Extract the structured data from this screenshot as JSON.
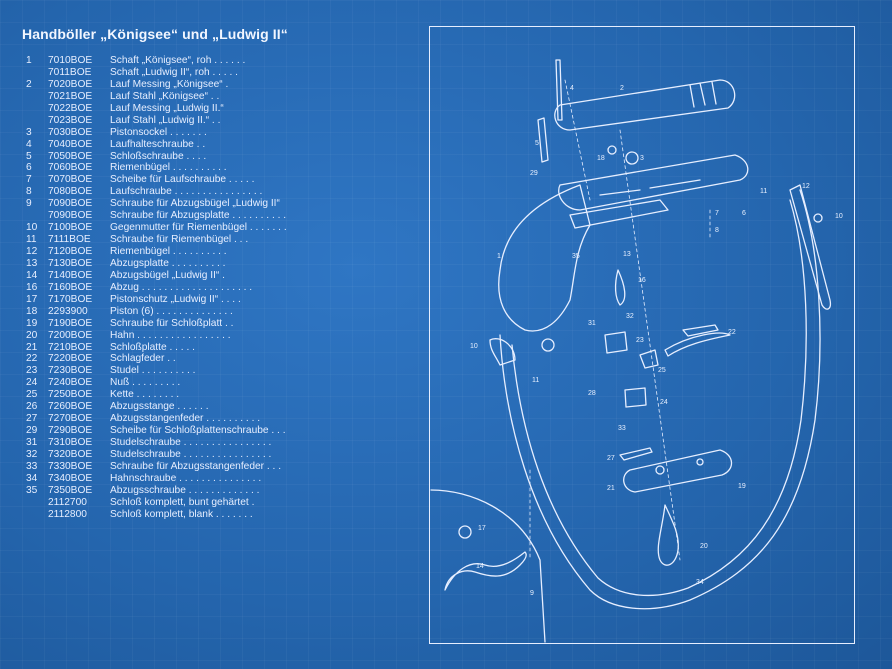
{
  "title": "Handböller „Königsee“ und „Ludwig II“",
  "parts": [
    {
      "pos": "1",
      "num": "7010BOE",
      "desc": "Schaft „Königsee“, roh . . . . .             ."
    },
    {
      "pos": "",
      "num": "7011BOE",
      "desc": "Schaft „Ludwig II“, roh  . . . .             ."
    },
    {
      "pos": "2",
      "num": "7020BOE",
      "desc": "Lauf Messing „Königsee“  ."
    },
    {
      "pos": "",
      "num": "7021BOE",
      "desc": "Lauf Stahl „Königsee“  . ."
    },
    {
      "pos": "",
      "num": "7022BOE",
      "desc": "Lauf Messing „Ludwig II.“"
    },
    {
      "pos": "",
      "num": "7023BOE",
      "desc": "Lauf Stahl „Ludwig II.“  . ."
    },
    {
      "pos": "3",
      "num": "7030BOE",
      "desc": "Pistonsockel  . . . . . . ."
    },
    {
      "pos": "4",
      "num": "7040BOE",
      "desc": "Laufhalteschraube  . ."
    },
    {
      "pos": "5",
      "num": "7050BOE",
      "desc": "Schloßschraube  . . . ."
    },
    {
      "pos": "6",
      "num": "7060BOE",
      "desc": "Riemenbügel  . . . . . . . . . ."
    },
    {
      "pos": "7",
      "num": "7070BOE",
      "desc": "Scheibe für Laufschraube  . . . . ."
    },
    {
      "pos": "8",
      "num": "7080BOE",
      "desc": "Laufschraube  . . . . . . . . . . . . . . . ."
    },
    {
      "pos": "9",
      "num": "7090BOE",
      "desc": "Schraube für Abzugsbügel „Ludwig II“"
    },
    {
      "pos": "",
      "num": "7090BOE",
      "desc": "Schraube für Abzugsplatte  . . . . . . . . . ."
    },
    {
      "pos": "10",
      "num": "7100BOE",
      "desc": "Gegenmutter für Riemenbügel  . . . . . . ."
    },
    {
      "pos": "11",
      "num": "7111BOE",
      "desc": "Schraube für Riemenbügel  . . ."
    },
    {
      "pos": "12",
      "num": "7120BOE",
      "desc": "Riemenbügel  . . . . . . . . . ."
    },
    {
      "pos": "13",
      "num": "7130BOE",
      "desc": "Abzugsplatte  . . . . . . . . . ."
    },
    {
      "pos": "14",
      "num": "7140BOE",
      "desc": "Abzugsbügel „Ludwig II“  ."
    },
    {
      "pos": "16",
      "num": "7160BOE",
      "desc": "Abzug  . . . . . . . . . . . . . . . . .              . . ."
    },
    {
      "pos": "17",
      "num": "7170BOE",
      "desc": "Pistonschutz „Ludwig II“  .                         . . ."
    },
    {
      "pos": "18",
      "num": "2293900",
      "desc": "Piston (6)  . . . . . . . . . . . .                    . ."
    },
    {
      "pos": "19",
      "num": "7190BOE",
      "desc": "Schraube für Schloßplatt                            . ."
    },
    {
      "pos": "20",
      "num": "7200BOE",
      "desc": "Hahn  . . . . . . . . . . . . . . . .                   ."
    },
    {
      "pos": "21",
      "num": "7210BOE",
      "desc": "Schloßplatte  . . . . ."
    },
    {
      "pos": "22",
      "num": "7220BOE",
      "desc": "Schlagfeder  . ."
    },
    {
      "pos": "23",
      "num": "7230BOE",
      "desc": "Studel  . . . . . .          . . . ."
    },
    {
      "pos": "24",
      "num": "7240BOE",
      "desc": "Nuß  . . . . . . .                  . ."
    },
    {
      "pos": "25",
      "num": "7250BOE",
      "desc": "Kette  . . . . . . . ."
    },
    {
      "pos": "26",
      "num": "7260BOE",
      "desc": "Abzugsstange  . . . . . ."
    },
    {
      "pos": "27",
      "num": "7270BOE",
      "desc": "Abzugsstangenfeder  . . . . . . . . . ."
    },
    {
      "pos": "29",
      "num": "7290BOE",
      "desc": "Scheibe für Schloßplattenschraube  . . ."
    },
    {
      "pos": "31",
      "num": "7310BOE",
      "desc": "Studelschraube  . . . . . . . . . . . . . . . ."
    },
    {
      "pos": "32",
      "num": "7320BOE",
      "desc": "Studelschraube  . . . . . . . . . . . . . . . ."
    },
    {
      "pos": "33",
      "num": "7330BOE",
      "desc": "Schraube für Abzugsstangenfeder  . . ."
    },
    {
      "pos": "34",
      "num": "7340BOE",
      "desc": "Hahnschraube  . . . . . . . . . . . . . . ."
    },
    {
      "pos": "35",
      "num": "7350BOE",
      "desc": "Abzugsschraube  . . . . . . . . . . . . ."
    },
    {
      "pos": "",
      "num": "2112700",
      "desc": "Schloß komplett, bunt gehärtet  ."
    },
    {
      "pos": "",
      "num": "2112800",
      "desc": "Schloß komplett, blank  . . . . . . ."
    }
  ],
  "diagram_labels": {
    "l1": "1",
    "l2": "2",
    "l3": "3",
    "l4": "4",
    "l5": "5",
    "l6": "6",
    "l7": "7",
    "l8": "8",
    "l9": "9",
    "l10": "10",
    "l11": "11",
    "l12": "12",
    "l13": "13",
    "l14": "14",
    "l16": "16",
    "l17": "17",
    "l18": "18",
    "l19": "19",
    "l20": "20",
    "l21": "21",
    "l22": "22",
    "l23": "23",
    "l24": "24",
    "l25": "25",
    "l27": "27",
    "l28": "28",
    "l29": "29",
    "l31": "31",
    "l32": "32",
    "l33": "33",
    "l34": "34",
    "l35": "35"
  },
  "colors": {
    "background": "#2a6bb6",
    "line": "#e6eeff"
  }
}
